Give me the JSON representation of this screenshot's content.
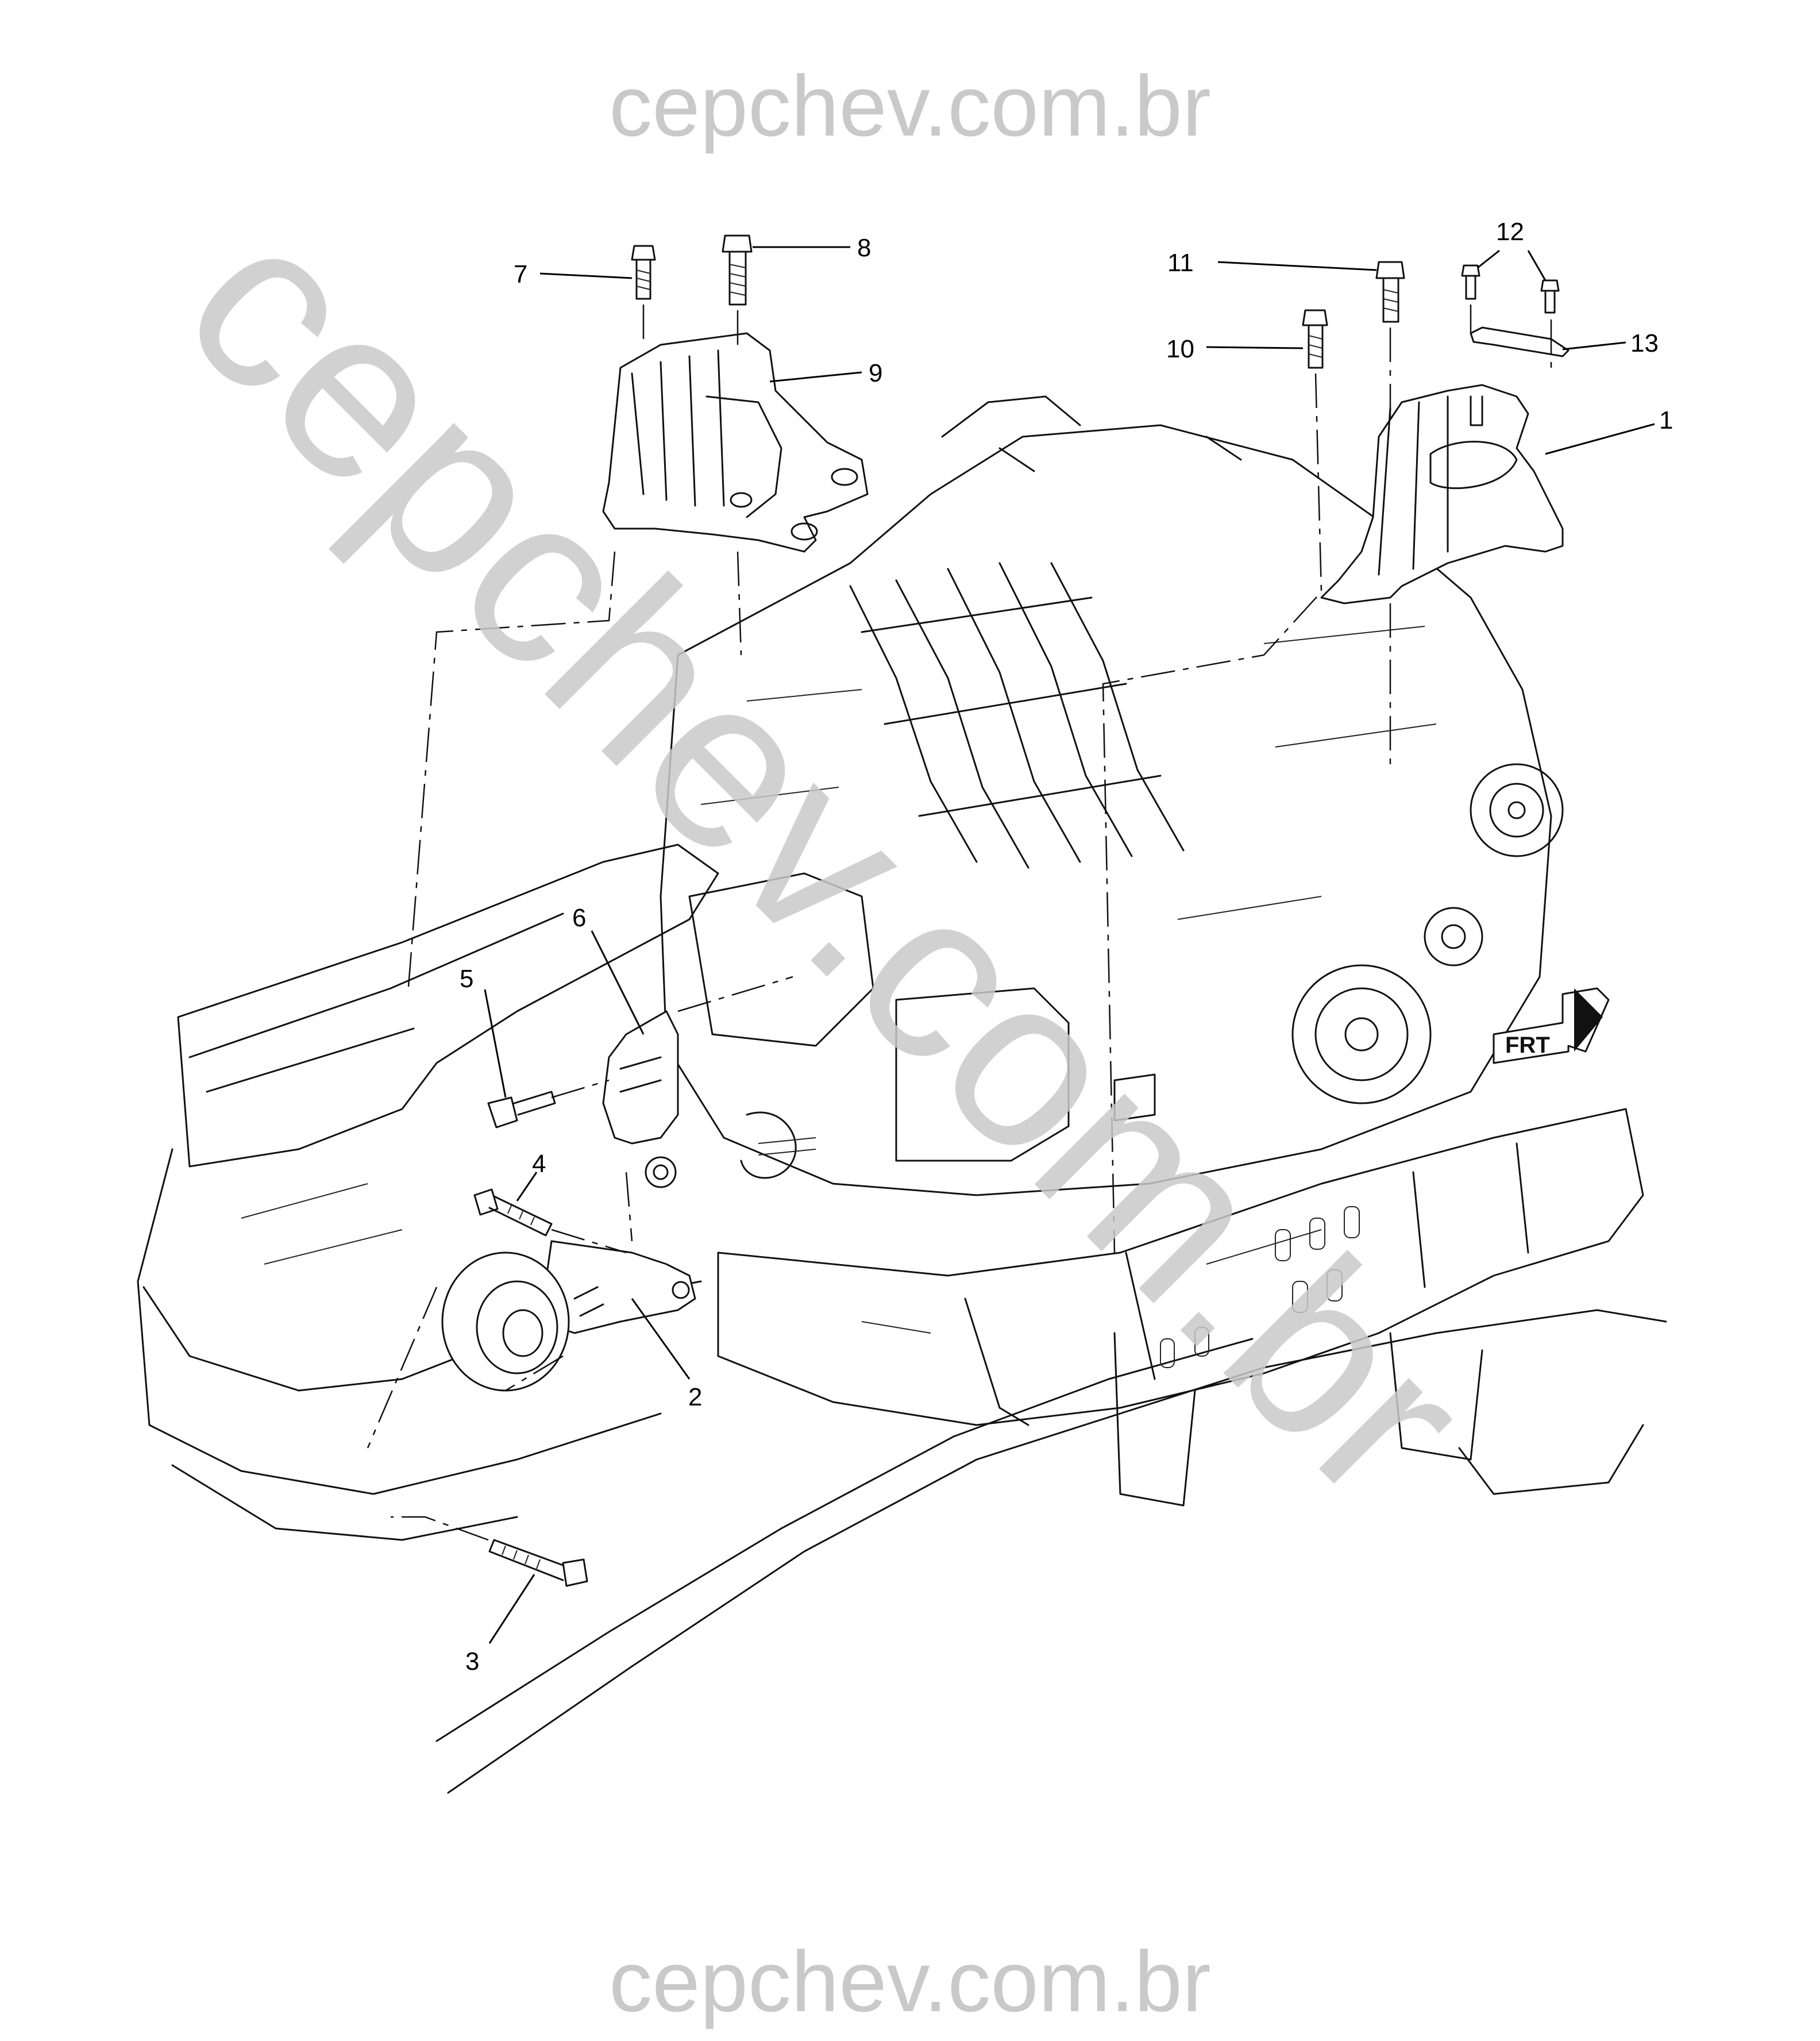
{
  "watermark": {
    "top": "cepchev.com.br",
    "diagonal": "cepchev.com.br",
    "bottom": "cepchev.com.br"
  },
  "callouts": {
    "c1": "1",
    "c2": "2",
    "c3": "3",
    "c4": "4",
    "c5": "5",
    "c6": "6",
    "c7": "7",
    "c8": "8",
    "c9": "9",
    "c10": "10",
    "c11": "11",
    "c12": "12",
    "c13": "13"
  },
  "direction_marker": {
    "label": "FRT"
  }
}
